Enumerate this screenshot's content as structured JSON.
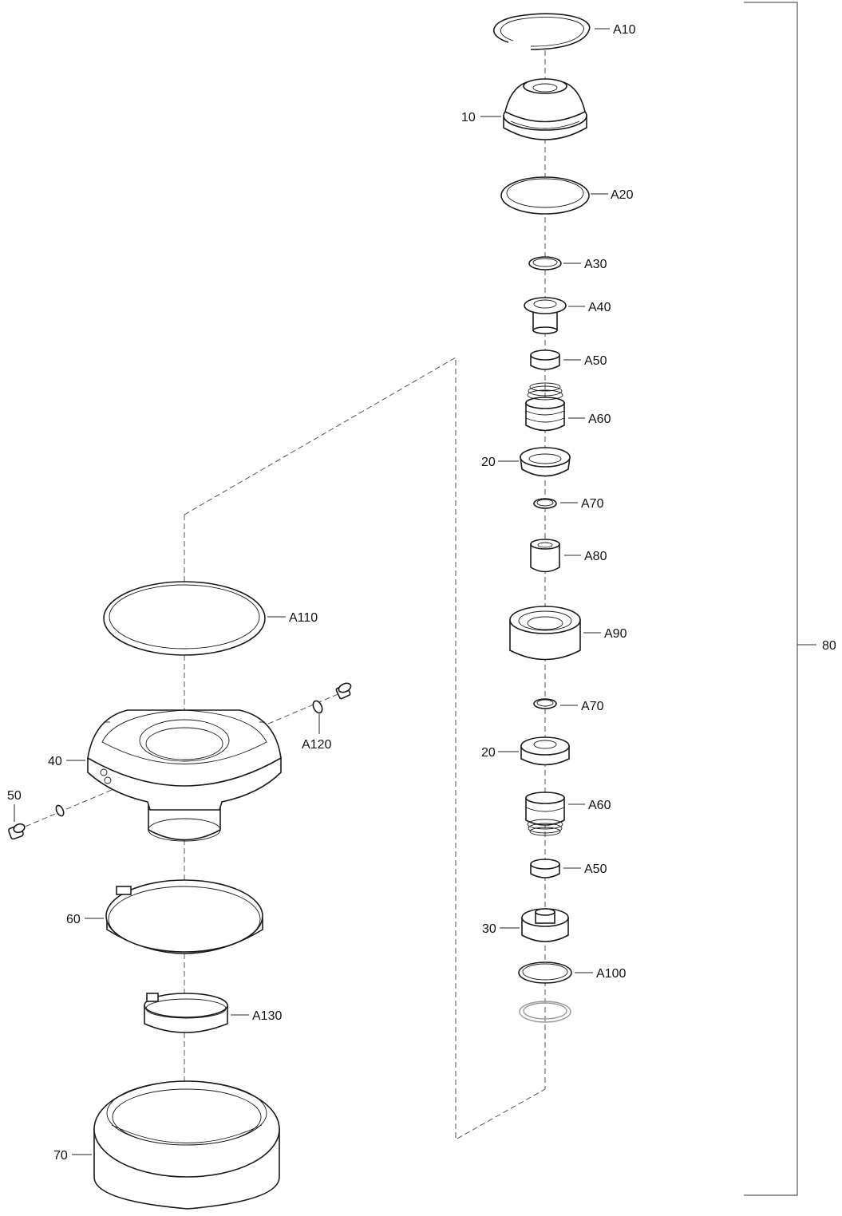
{
  "labels": {
    "a10": "A10",
    "p10": "10",
    "a20": "A20",
    "a30": "A30",
    "a40": "A40",
    "a50_top": "A50",
    "a60_top": "A60",
    "p20_top": "20",
    "a70_top": "A70",
    "a80": "A80",
    "a90": "A90",
    "p80": "80",
    "a70_bottom": "A70",
    "p20_bottom": "20",
    "a60_bottom": "A60",
    "a50_bottom": "A50",
    "p30": "30",
    "a100": "A100",
    "a110": "A110",
    "a120": "A120",
    "p40": "40",
    "p50": "50",
    "p60": "60",
    "a130": "A130",
    "p70": "70"
  }
}
